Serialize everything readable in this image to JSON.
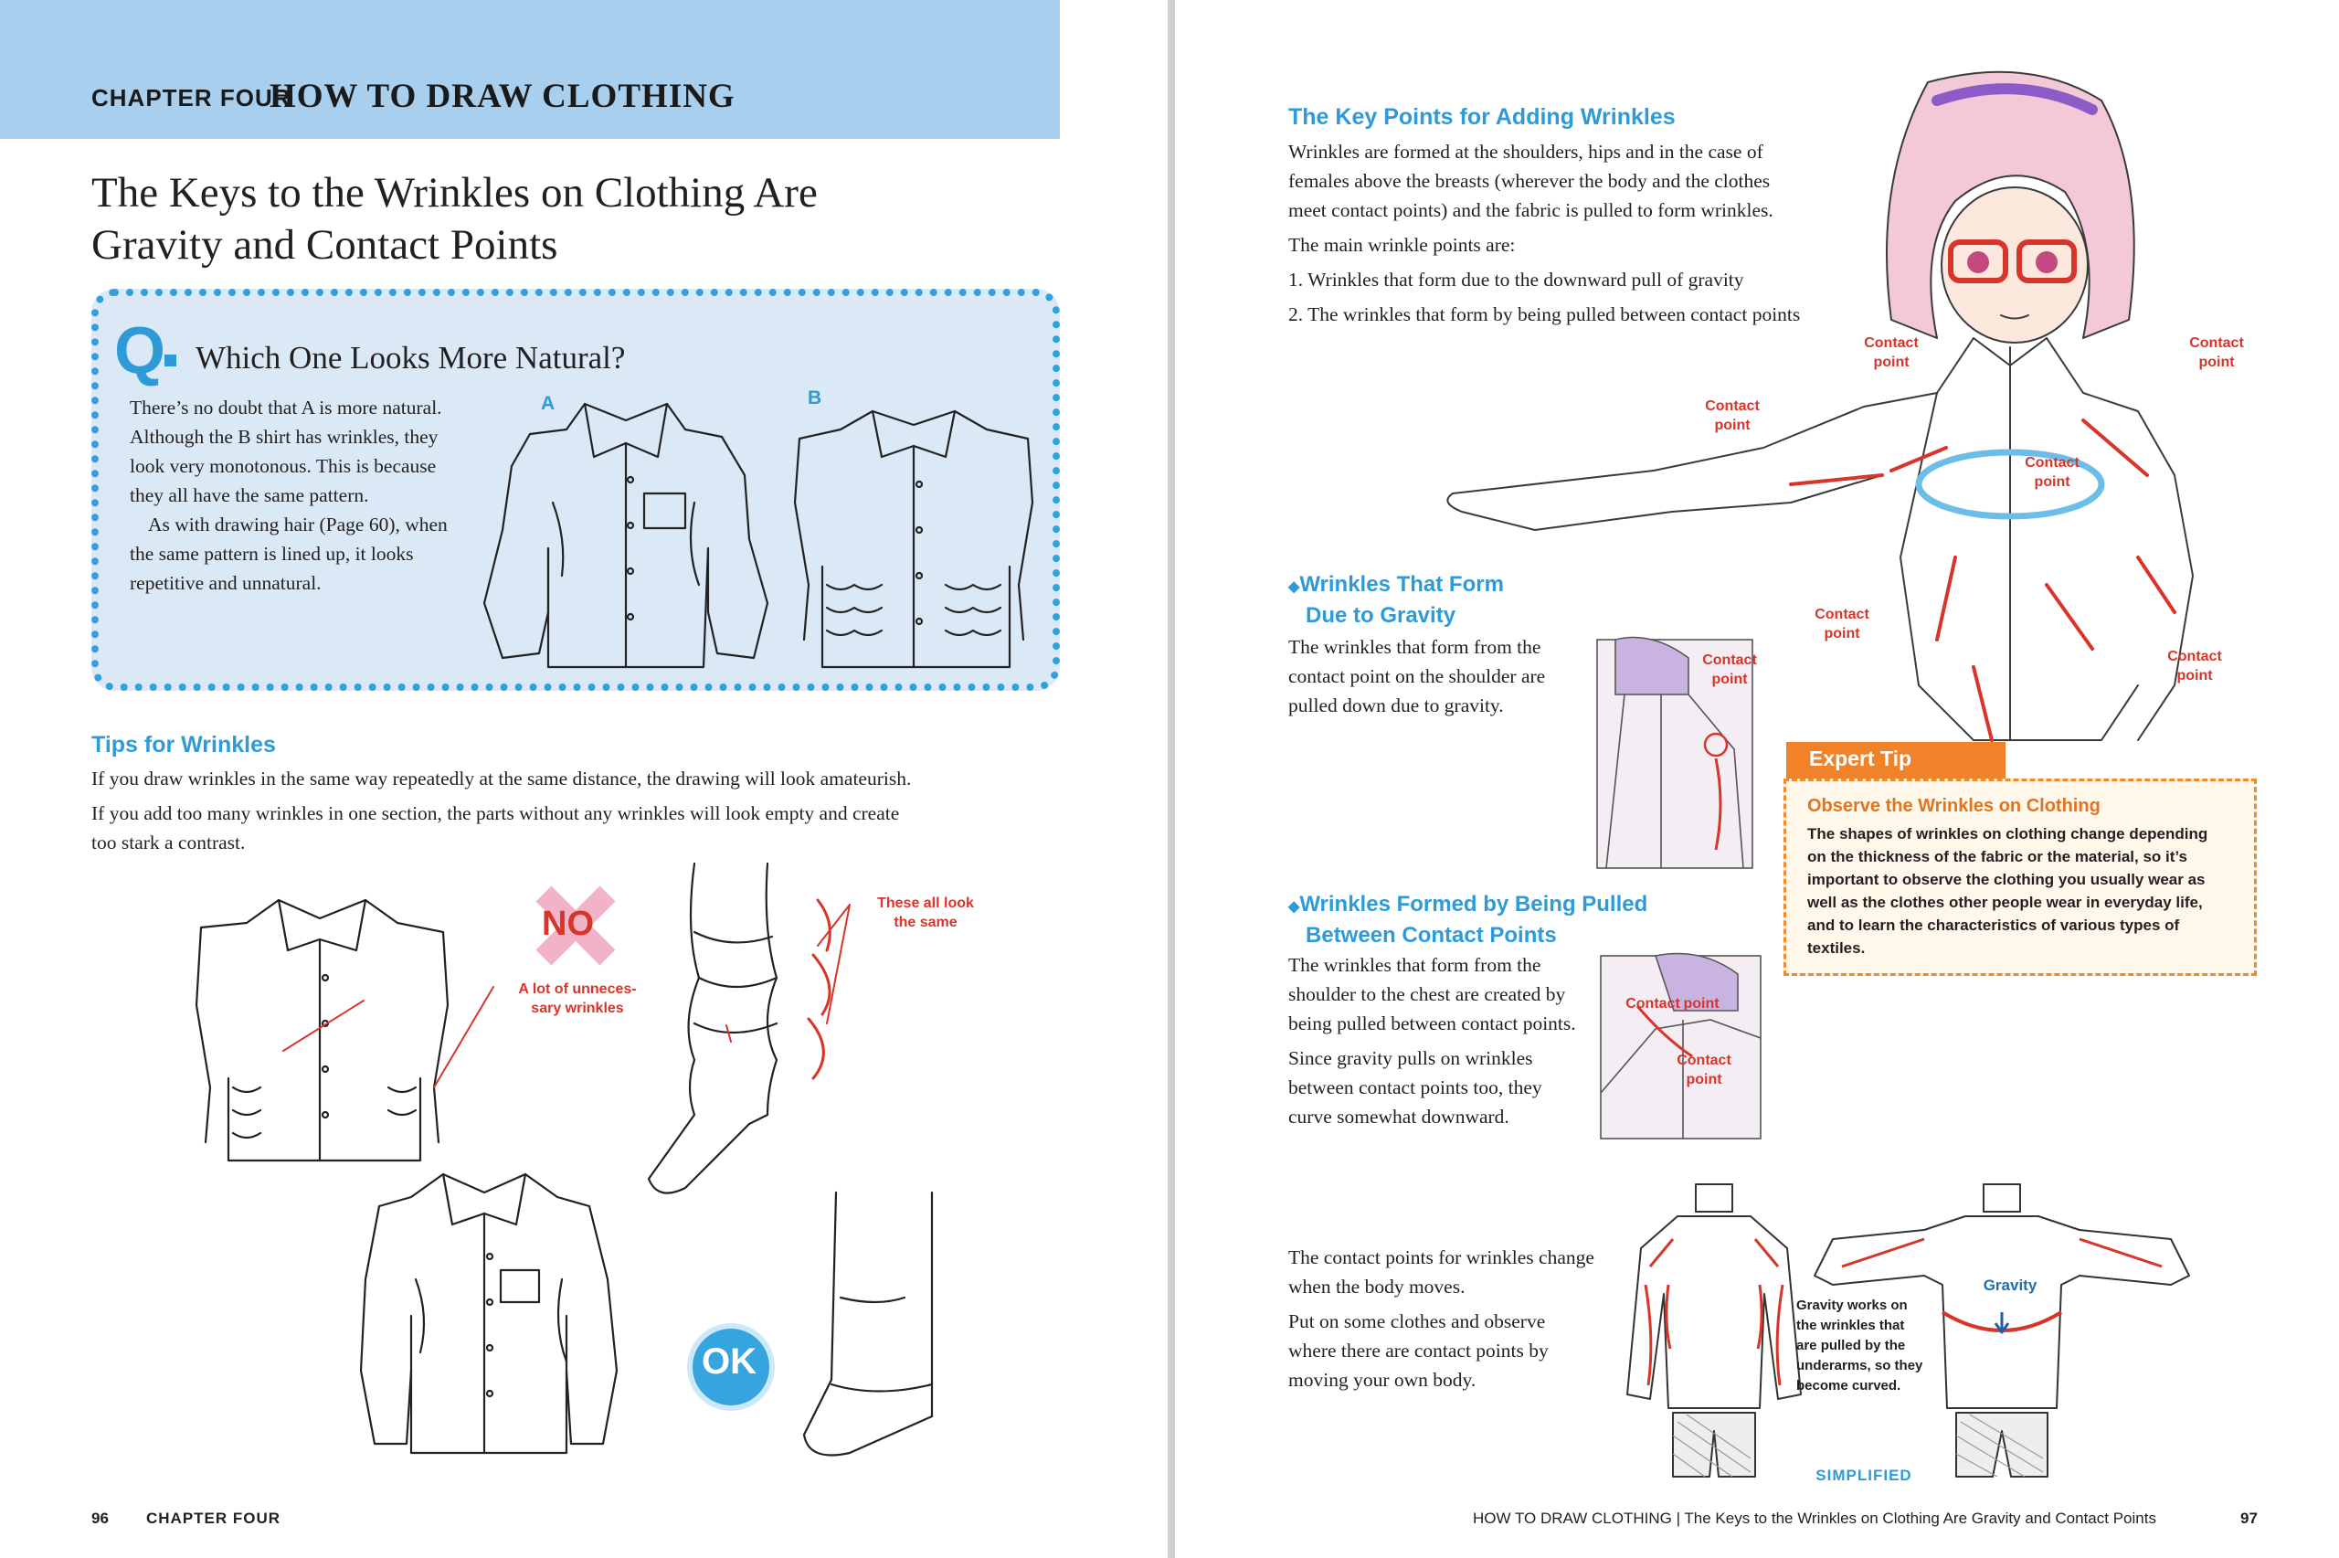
{
  "left_page": {
    "chapter_label": "CHAPTER FOUR",
    "chapter_title": "HOW TO DRAW CLOTHING",
    "title_line1": "The Keys to the Wrinkles on Clothing Are",
    "title_line2": "Gravity and Contact Points",
    "question": {
      "letter": "Q",
      "title": "Which One Looks More Natural?",
      "lines": [
        "There’s no doubt that A is more natural.",
        "Although the B shirt has wrinkles, they",
        "look very monotonous. This is because",
        "they all have the same pattern.",
        "As with drawing hair (Page 60), when",
        "the same pattern is lined up, it looks",
        "repetitive and unnatural."
      ],
      "label_a": "A",
      "label_b": "B"
    },
    "tips": {
      "heading": "Tips for Wrinkles",
      "para1": "If you draw wrinkles in the same way repeatedly at the same distance, the drawing will look amateurish.",
      "para2_line1": "If you add too many wrinkles in one section, the parts without any wrinkles will look empty and create",
      "para2_line2": "too stark a contrast."
    },
    "no_label": "NO",
    "no_caption_line1": "A lot of unneces-",
    "no_caption_line2": "sary wrinkles",
    "same_caption_line1": "These all look",
    "same_caption_line2": "the same",
    "ok_label": "OK",
    "folio_number": "96",
    "folio_text": "CHAPTER FOUR"
  },
  "right_page": {
    "key_points": {
      "heading": "The Key Points for Adding Wrinkles",
      "lines": [
        "Wrinkles are formed at the shoulders, hips and in the case of",
        "females above the breasts (wherever the body and the clothes",
        "meet contact points) and the fabric is pulled to form wrinkles."
      ],
      "intro": "The main wrinkle points are:",
      "item1": "1. Wrinkles that form due to the downward pull of gravity",
      "item2": "2. The wrinkles that form by being pulled between contact points"
    },
    "contact_label_1": "Contact",
    "contact_label_2": "point",
    "gravity_section": {
      "heading_line1": "Wrinkles That Form",
      "heading_line2": "Due to Gravity",
      "lines": [
        "The wrinkles that form from the",
        "contact point on the shoulder are",
        "pulled down due to gravity."
      ]
    },
    "pulled_section": {
      "heading_line1": "Wrinkles Formed by Being Pulled",
      "heading_line2": "Between Contact Points",
      "lines": [
        "The wrinkles that form from the",
        "shoulder to the chest are created by",
        "being pulled between contact points."
      ],
      "lines2": [
        "Since gravity pulls on wrinkles",
        "between contact points too, they",
        "curve somewhat downward."
      ]
    },
    "moving_section": {
      "lines": [
        "The contact points for wrinkles change",
        "when the body moves."
      ],
      "lines2": [
        "Put on some clothes and observe",
        "where there are contact points by",
        "moving your own body."
      ]
    },
    "gravity_label": "Gravity",
    "gravity_note": [
      "Gravity works on",
      "the wrinkles that",
      "are pulled by the",
      "underarms, so they",
      "become curved."
    ],
    "simplified": "SIMPLIFIED",
    "expert_tip": {
      "tab": "Expert Tip",
      "heading": "Observe the Wrinkles on Clothing",
      "lines": [
        "The shapes of wrinkles on clothing change depending",
        "on the thickness of the fabric or the material, so it’s",
        "important to observe the clothing you usually wear as",
        "well as the clothes other people wear in everyday life,",
        "and to learn the characteristics of various types of",
        "textiles."
      ]
    },
    "folio_text": "HOW TO DRAW CLOTHING | The Keys to the Wrinkles on Clothing Are Gravity and Contact Points",
    "folio_number": "97"
  },
  "colors": {
    "accent_blue": "#2e9bd8",
    "banner_blue": "#a8cfee",
    "box_fill": "#dbe9f6",
    "red": "#d8352a",
    "orange": "#f0822a"
  }
}
